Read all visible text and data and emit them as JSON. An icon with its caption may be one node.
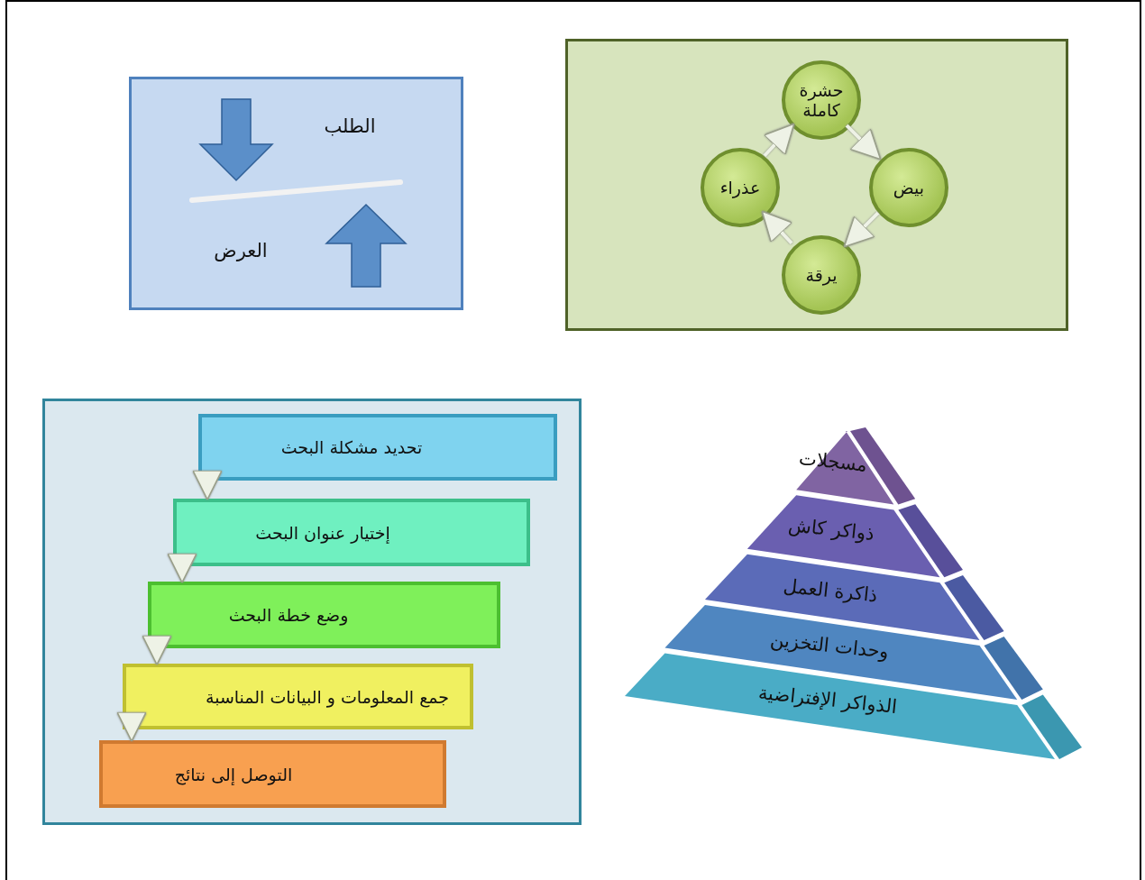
{
  "diagram": {
    "nodes": [
      {
        "text": [
          "الطلب",
          "العرض"
        ]
      },
      {
        "text": [],
        "shape": "box"
      },
      {
        "text": [
          "حشرة كاملة"
        ],
        "in": 1
      },
      {
        "text": [
          "بيض"
        ],
        "in": 1
      },
      {
        "text": [
          "يرقة"
        ],
        "in": 1
      },
      {
        "text": [
          "عذراء"
        ],
        "in": 1
      },
      {
        "text": [],
        "shape": "box"
      },
      {
        "text": [
          "تحديد مشكلة البحث"
        ],
        "in": 6
      },
      {
        "text": [
          "إختيار عنوان البحث"
        ],
        "in": 6
      },
      {
        "text": [
          "وضع خطة البحث"
        ],
        "in": 6
      },
      {
        "text": [
          "جمع المعلومات و البيانات المناسبة"
        ],
        "in": 6
      },
      {
        "text": [
          "التوصل إلى نتائج"
        ],
        "in": 6
      },
      {
        "text": [
          "مسجلات"
        ]
      },
      {
        "text": [
          "ذواكر كاش"
        ]
      },
      {
        "text": [
          "ذاكرة العمل"
        ]
      },
      {
        "text": [
          "وحدات التخزين"
        ]
      },
      {
        "text": [
          "الذواكر الإفتراضية"
        ]
      }
    ],
    "edges": [
      {
        "from": 2,
        "to": 3,
        "arrow": "to"
      },
      {
        "from": 3,
        "to": 4,
        "arrow": "to"
      },
      {
        "from": 4,
        "to": 5,
        "arrow": "to"
      },
      {
        "from": 5,
        "to": 2,
        "arrow": "to"
      },
      {
        "from": 7,
        "to": 8,
        "arrow": "to"
      },
      {
        "from": 8,
        "to": 9,
        "arrow": "to"
      },
      {
        "from": 9,
        "to": 10,
        "arrow": "to"
      },
      {
        "from": 10,
        "to": 11,
        "arrow": "to"
      }
    ]
  }
}
